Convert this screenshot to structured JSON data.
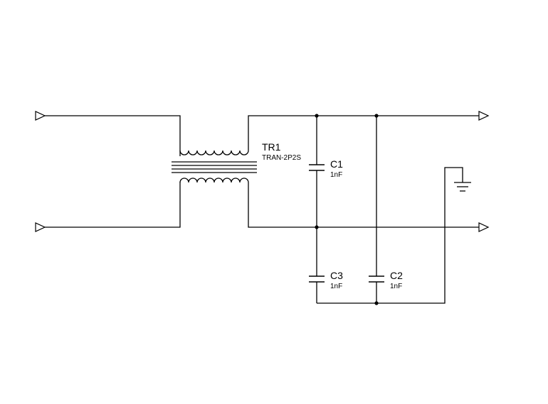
{
  "components": {
    "tr1": {
      "ref": "TR1",
      "value": "TRAN-2P2S"
    },
    "c1": {
      "ref": "C1",
      "value": "1nF"
    },
    "c2": {
      "ref": "C2",
      "value": "1nF"
    },
    "c3": {
      "ref": "C3",
      "value": "1nF"
    }
  },
  "icons": {
    "ground": "ground-icon",
    "terminal": "terminal-icon",
    "junction": "junction-dot"
  },
  "colors": {
    "wire": "#000000",
    "background": "#ffffff"
  }
}
